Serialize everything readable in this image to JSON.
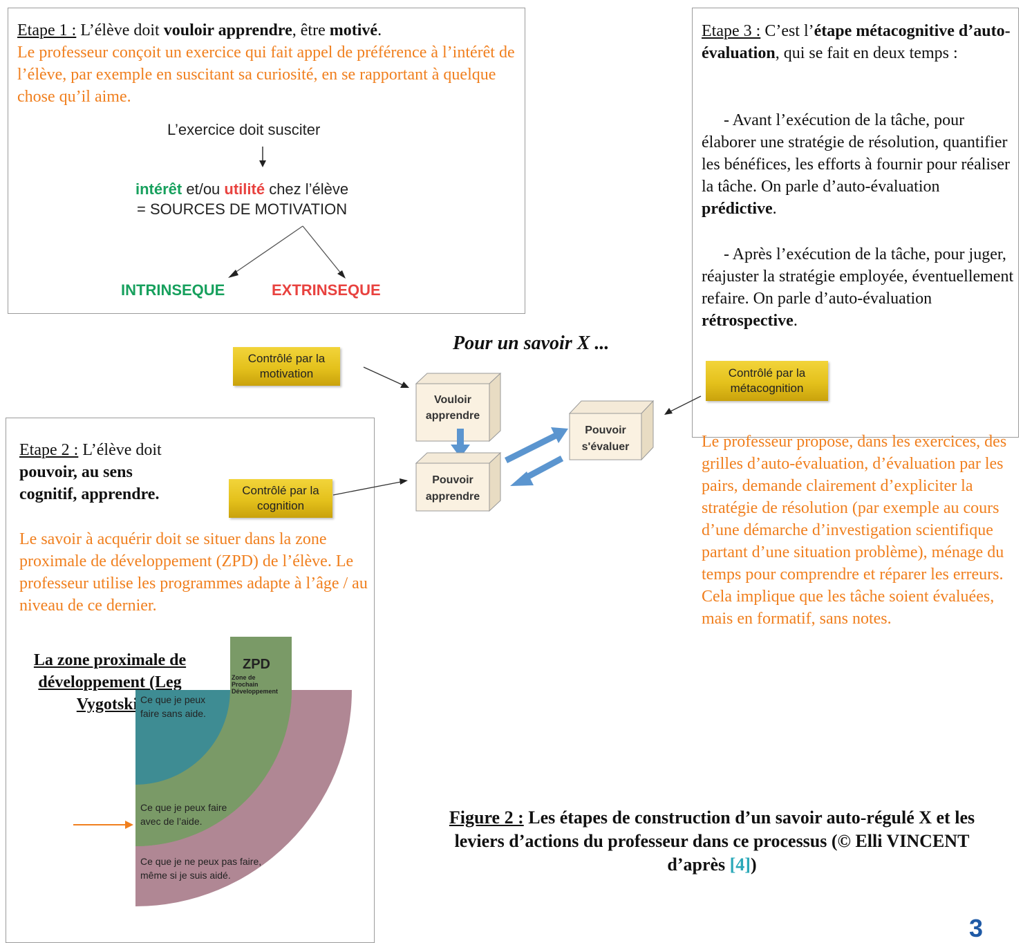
{
  "step1": {
    "label": "Etape 1 :",
    "t1": " L’élève doit ",
    "b1": "vouloir apprendre",
    "t2": ", être ",
    "b2": "motivé",
    "t3": ".",
    "orange": "Le professeur conçoit un exercice qui fait appel de préférence à l’intérêt de l’élève, par exemple en suscitant sa curiosité, en se rapportant à quelque chose qu’il aime.",
    "diagram": {
      "top": "L’exercice doit susciter",
      "interet": "intérêt",
      "etou": " et/ou ",
      "utilite": "utilité",
      "chez": " chez l’élève",
      "sources": "= SOURCES DE MOTIVATION",
      "intrinseque": "INTRINSEQUE",
      "extrinseque": "EXTRINSEQUE",
      "colors": {
        "green": "#17a05d",
        "red": "#e8423f"
      }
    }
  },
  "step2": {
    "label": "Etape 2 :",
    "t1": " L’élève doit ",
    "b1": "pouvoir, au sens cognitif, apprendre.",
    "orange": "Le savoir à acquérir doit se situer dans la zone proximale de développement (ZPD) de l’élève. Le professeur utilise les programmes adapte à l’âge / au niveau de ce dernier.",
    "zone_title": "La zone proximale de développement (Leg Vygotski)",
    "zpd": {
      "title": "ZPD",
      "subtitle1": "Zone de",
      "subtitle2": "Prochain",
      "subtitle3": "Développement",
      "l1a": "Ce que je peux",
      "l1b": "faire sans aide.",
      "l2a": "Ce que je peux faire",
      "l2b": "avec de l’aide.",
      "l3a": "Ce que je ne peux pas faire,",
      "l3b": "même si je suis aidé.",
      "colors": {
        "teal": "#3e8c93",
        "green": "#7a9a67",
        "mauve": "#b08794"
      }
    }
  },
  "step3": {
    "label": "Etape 3 :",
    "t1": " C’est l’",
    "b1": "étape métacognitive d’auto-évaluation",
    "t2": ", qui se fait en deux temps :",
    "p1": "- Avant l’exécution de la tâche, pour élaborer une stratégie de résolution, quantifier les bénéfices, les efforts à fournir pour réaliser la tâche. On parle d’auto-évaluation ",
    "p1b": "prédictive",
    "p1c": ".",
    "p2": "- Après l’exécution de la tâche, pour juger, réajuster la stratégie employée, éventuellement refaire. On parle d’auto-évaluation ",
    "p2b": "rétrospective",
    "p2c": ".",
    "orange": "Le professeur propose, dans les exercices, des grilles d’auto-évaluation, d’évaluation par les pairs, demande clairement d’expliciter la stratégie de résolution (par exemple au cours d’une démarche d’investigation scientifique partant d’une situation problème), ménage du temps pour comprendre et réparer les erreurs. Cela implique que les tâche soient évaluées, mais en formatif, sans notes."
  },
  "center": {
    "title": "Pour un savoir X ...",
    "tag_motivation": [
      "Contrôlé par la",
      "motivation"
    ],
    "tag_cognition": [
      "Contrôlé par la",
      "cognition"
    ],
    "tag_metacognition": [
      "Contrôlé par la",
      "métacognition"
    ],
    "cube_vouloir": [
      "Vouloir",
      "apprendre"
    ],
    "cube_pouvoir": [
      "Pouvoir",
      "apprendre"
    ],
    "cube_evaluer": [
      "Pouvoir",
      "s'évaluer"
    ]
  },
  "caption": {
    "label": "Figure 2 :",
    "text": " Les étapes de construction d’un savoir auto-régulé X et les leviers d’actions du professeur dans ce processus (© Elli VINCENT d’après ",
    "ref": "[4]",
    "end": ")",
    "ref_color": "#2aa8b8"
  },
  "page_number": "3"
}
